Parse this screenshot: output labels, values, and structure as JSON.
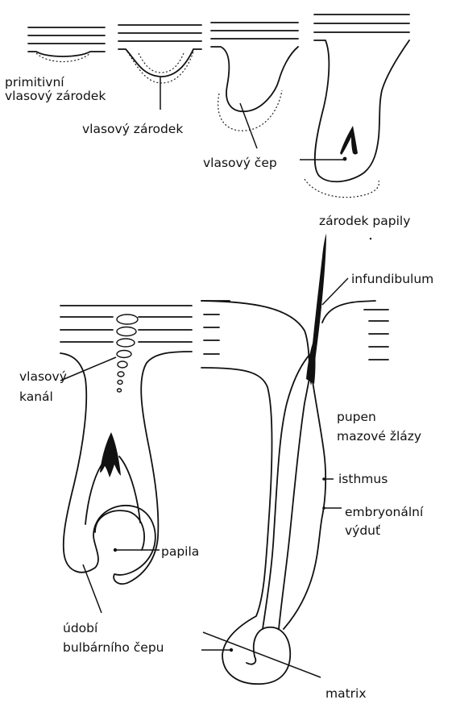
{
  "labels": {
    "primitive_germ_line1": "primitivní",
    "primitive_germ_line2": "vlasový zárodek",
    "hair_germ": "vlasový zárodek",
    "hair_peg": "vlasový čep",
    "papilla_germ": "zárodek papily",
    "infundibulum": "infundibulum",
    "hair_canal_line1": "vlasový",
    "hair_canal_line2": "kanál",
    "sebaceous_bud_line1": "pupen",
    "sebaceous_bud_line2": "mazové žlázy",
    "isthmus": "isthmus",
    "bulge_line1": "embryonální",
    "bulge_line2": "výduť",
    "papilla": "papila",
    "bulbar_peg_line1": "údobí",
    "bulbar_peg_line2": "bulbárního čepu",
    "matrix": "matrix"
  }
}
